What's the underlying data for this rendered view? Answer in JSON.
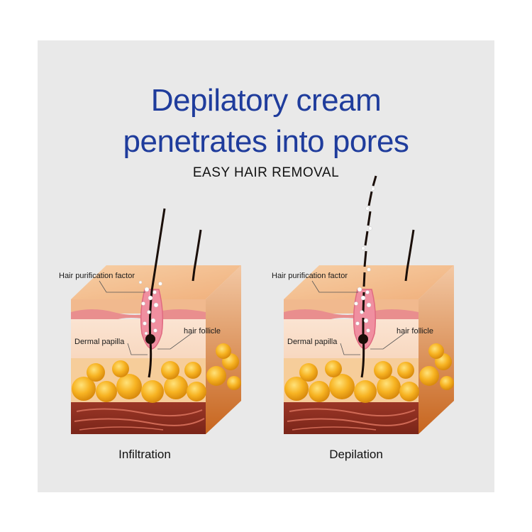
{
  "title_line1": "Depilatory cream",
  "title_line2": "penetrates into pores",
  "subtitle": "EASY HAIR REMOVAL",
  "diagrams": [
    {
      "caption": "Infiltration",
      "label_factor": "Hair purification factor",
      "label_papilla": "Dermal papilla",
      "label_follicle": "hair follicle"
    },
    {
      "caption": "Depilation",
      "label_factor": "Hair purification factor",
      "label_papilla": "Dermal papilla",
      "label_follicle": "hair follicle"
    }
  ],
  "colors": {
    "title": "#1f3c9c",
    "fat": "#f2a81e",
    "muscle": "#8b2f22",
    "skin_top": "#f5c59a"
  }
}
